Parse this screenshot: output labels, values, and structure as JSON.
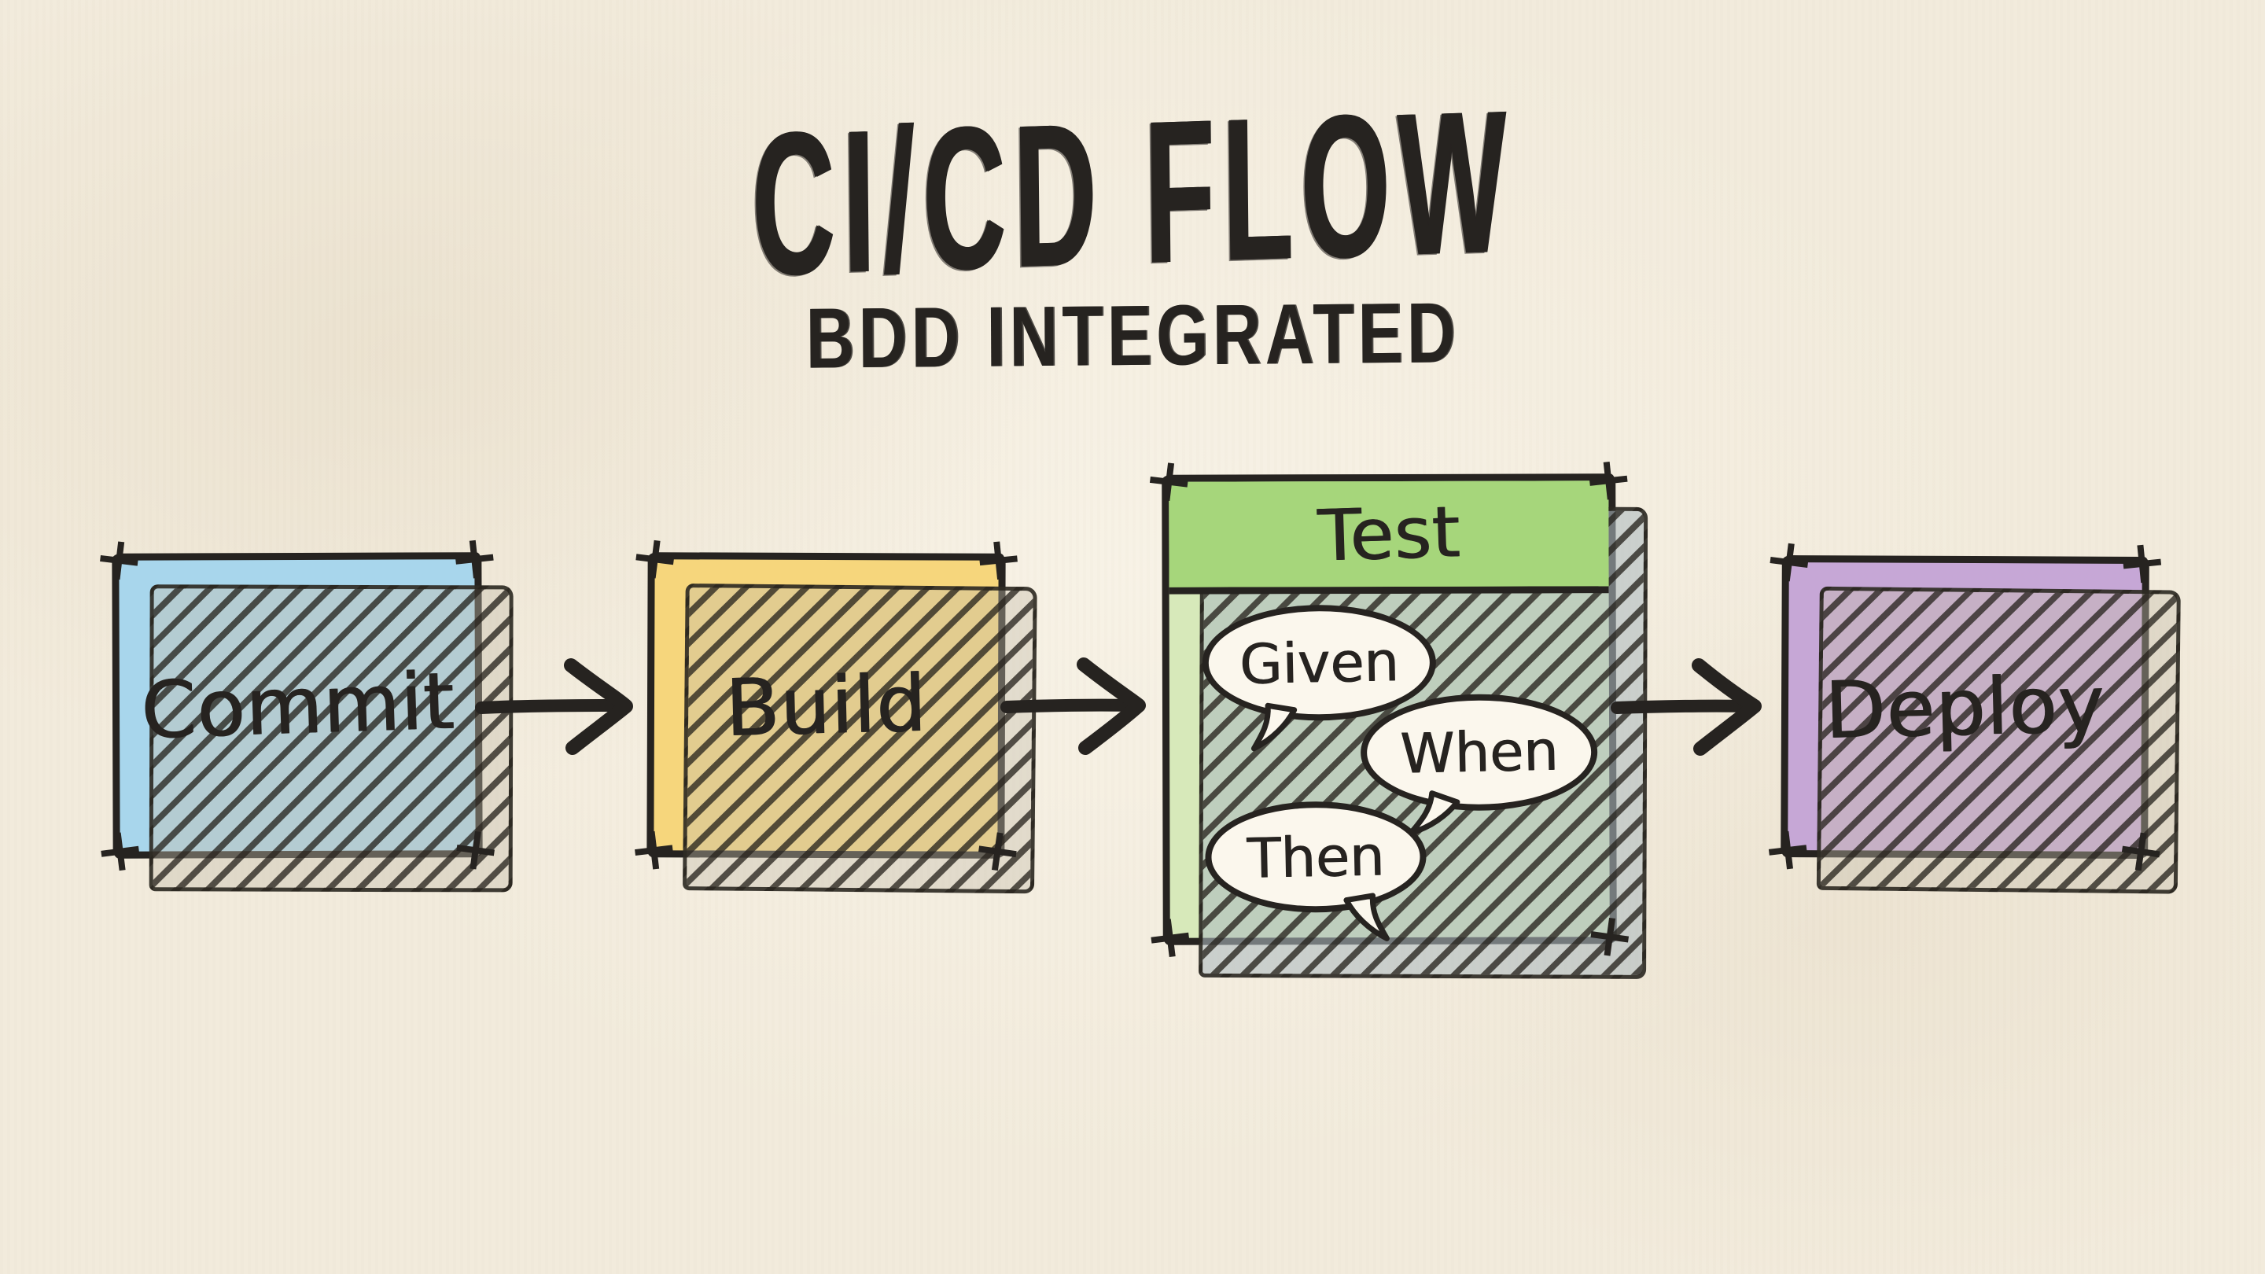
{
  "diagram": {
    "title": "CI/CD FLOW",
    "subtitle": "BDD INTEGRATED",
    "type": "flowchart",
    "style": "hand-drawn sketch on cream paper",
    "nodes": [
      {
        "id": "commit",
        "label": "Commit",
        "color": "#a8d6ec"
      },
      {
        "id": "build",
        "label": "Build",
        "color": "#f6d67c"
      },
      {
        "id": "test",
        "label": "Test",
        "header_color": "#a6d67b",
        "body_color": "#d7e9ba",
        "bubbles": [
          "Given",
          "When",
          "Then"
        ]
      },
      {
        "id": "deploy",
        "label": "Deploy",
        "color": "#c6a7d6"
      }
    ],
    "edges": [
      {
        "from": "commit",
        "to": "build"
      },
      {
        "from": "build",
        "to": "test"
      },
      {
        "from": "test",
        "to": "deploy"
      }
    ],
    "colors": {
      "paper": "#f2ebdc",
      "ink": "#262320",
      "bubble_fill": "#fbf7ed",
      "shadow_hatch": "#28241e"
    }
  }
}
